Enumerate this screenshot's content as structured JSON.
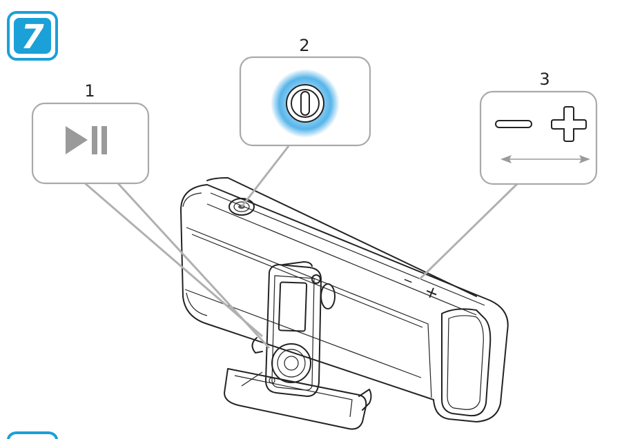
{
  "step": {
    "number": "7",
    "color": "#1ba0d8"
  },
  "callouts": [
    {
      "number": "1",
      "label_icon": "play-pause-icon"
    },
    {
      "number": "2",
      "label_icon": "power-icon"
    },
    {
      "number": "3",
      "label_icon": "volume-icons",
      "minus": "−",
      "plus": "+"
    }
  ],
  "device_labels": {
    "minus": "−",
    "plus": "+"
  },
  "colors": {
    "glow": "#3aa8e6",
    "bubble_border": "#a9a9a9",
    "icon_gray": "#9a9a9a"
  }
}
